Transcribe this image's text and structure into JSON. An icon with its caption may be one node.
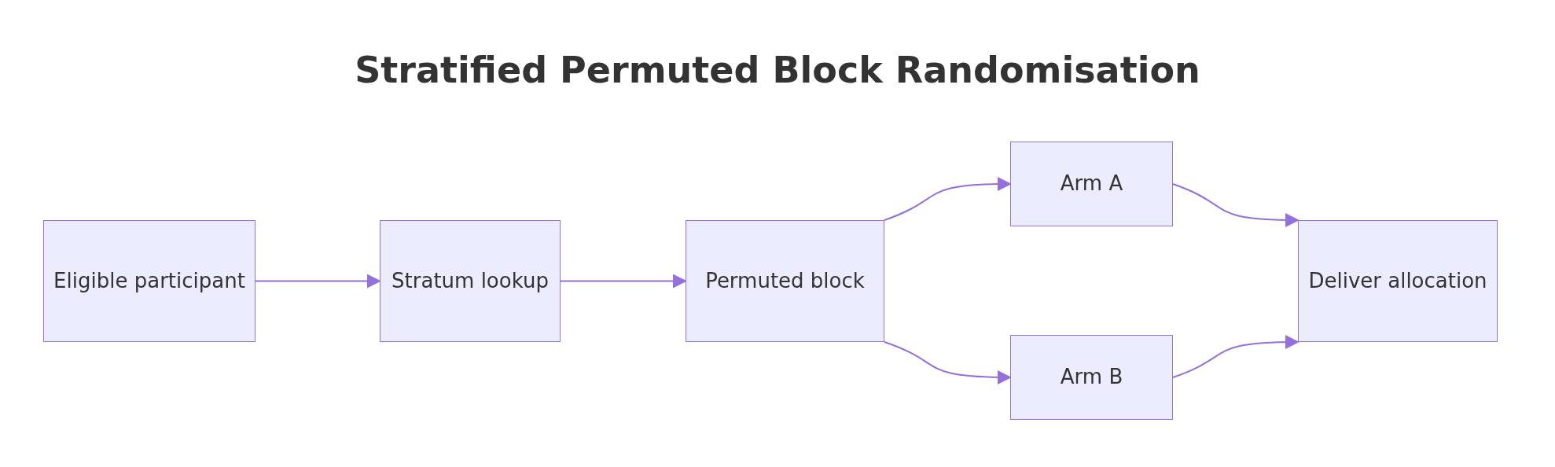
{
  "diagram": {
    "title": "Stratified Permuted Block Randomisation",
    "nodes": [
      {
        "text": [
          "Eligible participant"
        ]
      },
      {
        "text": [
          "Stratum lookup"
        ]
      },
      {
        "text": [
          "Permuted block"
        ]
      },
      {
        "text": [
          "Arm A"
        ]
      },
      {
        "text": [
          "Arm B"
        ]
      },
      {
        "text": [
          "Deliver allocation"
        ]
      }
    ],
    "edges": [
      {
        "from": 0,
        "to": 1,
        "arrow": "to"
      },
      {
        "from": 1,
        "to": 2,
        "arrow": "to"
      },
      {
        "from": 2,
        "to": 3,
        "arrow": "to"
      },
      {
        "from": 2,
        "to": 4,
        "arrow": "to"
      },
      {
        "from": 3,
        "to": 5,
        "arrow": "to"
      },
      {
        "from": 4,
        "to": 5,
        "arrow": "to"
      }
    ]
  }
}
